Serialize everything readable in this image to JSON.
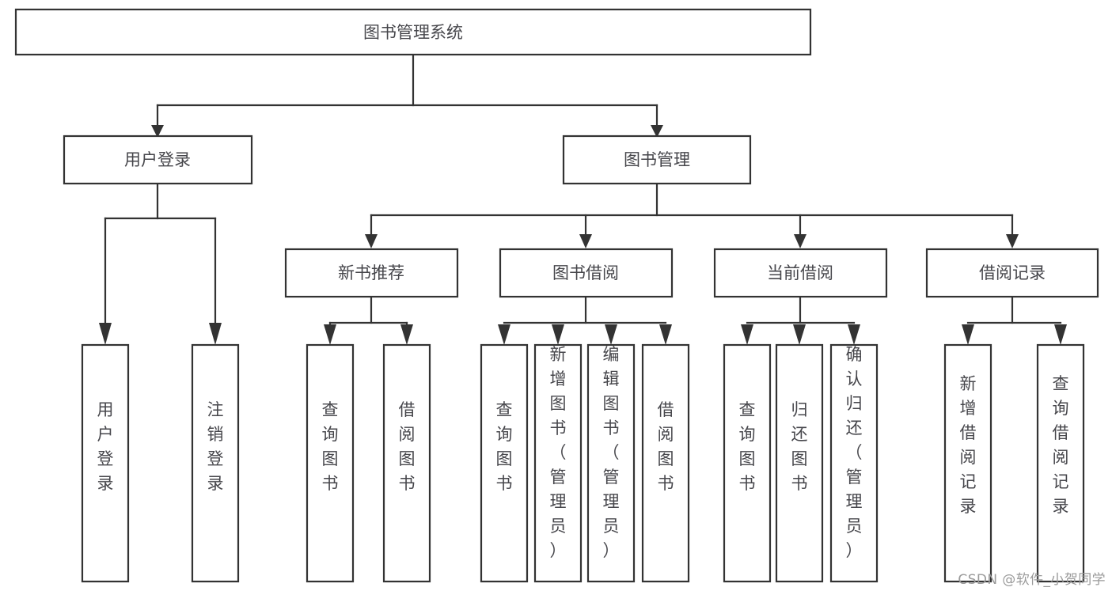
{
  "diagram": {
    "title": "图书管理系统",
    "type": "tree-hierarchy",
    "root": {
      "id": "root",
      "label": "图书管理系统"
    },
    "level1": [
      {
        "id": "user-login",
        "label": "用户登录"
      },
      {
        "id": "book-management",
        "label": "图书管理"
      }
    ],
    "level2": [
      {
        "id": "new-book-recommend",
        "label": "新书推荐",
        "parent": "book-management"
      },
      {
        "id": "book-borrow",
        "label": "图书借阅",
        "parent": "book-management"
      },
      {
        "id": "current-borrow",
        "label": "当前借阅",
        "parent": "book-management"
      },
      {
        "id": "borrow-record",
        "label": "借阅记录",
        "parent": "book-management"
      }
    ],
    "leaves": {
      "user-login": [
        {
          "id": "leaf-user-login",
          "label": "用户登录"
        },
        {
          "id": "leaf-logout-login",
          "label": "注销登录"
        }
      ],
      "new-book-recommend": [
        {
          "id": "leaf-query-book-1",
          "label": "查询图书"
        },
        {
          "id": "leaf-borrow-book-1",
          "label": "借阅图书"
        }
      ],
      "book-borrow": [
        {
          "id": "leaf-query-book-2",
          "label": "查询图书"
        },
        {
          "id": "leaf-add-book",
          "label": "新增图书（管理员）"
        },
        {
          "id": "leaf-edit-book",
          "label": "编辑图书（管理员）"
        },
        {
          "id": "leaf-borrow-book-2",
          "label": "借阅图书"
        }
      ],
      "current-borrow": [
        {
          "id": "leaf-query-book-3",
          "label": "查询图书"
        },
        {
          "id": "leaf-return-book",
          "label": "归还图书"
        },
        {
          "id": "leaf-confirm-return",
          "label": "确认归还（管理员）"
        }
      ],
      "borrow-record": [
        {
          "id": "leaf-add-record",
          "label": "新增借阅记录"
        },
        {
          "id": "leaf-query-record",
          "label": "查询借阅记录"
        }
      ]
    }
  },
  "watermark": {
    "text": "CSDN @软件_小贺同学"
  },
  "colors": {
    "box_stroke": "#333333",
    "box_fill": "#ffffff",
    "label_text": "#46464b",
    "watermark_text": "#9a9a9a",
    "background": "#ffffff"
  }
}
